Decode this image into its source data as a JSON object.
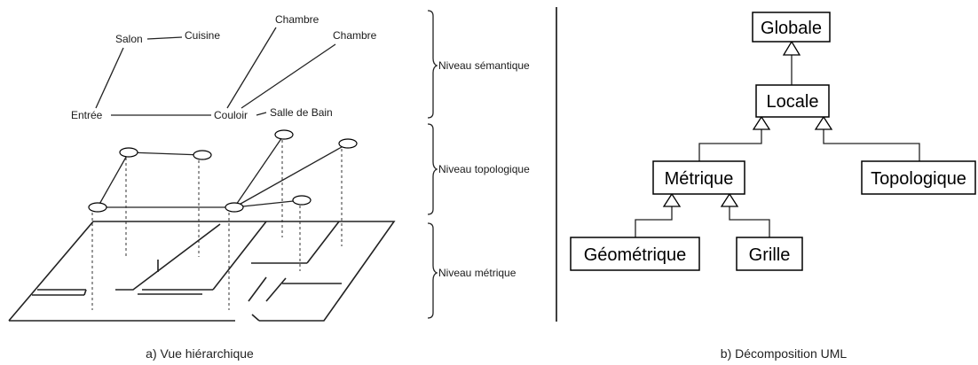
{
  "left_panel": {
    "semantic_nodes": {
      "salon": "Salon",
      "cuisine": "Cuisine",
      "chambre1": "Chambre",
      "chambre2": "Chambre",
      "entree": "Entrée",
      "couloir": "Couloir",
      "salle_de_bain": "Salle de Bain"
    },
    "levels": {
      "semantic": "Niveau sémantique",
      "topologic": "Niveau topologique",
      "metric": "Niveau métrique"
    },
    "caption": "a) Vue hiérarchique"
  },
  "right_panel": {
    "classes": {
      "globale": "Globale",
      "locale": "Locale",
      "metrique": "Métrique",
      "topologique": "Topologique",
      "geometrique": "Géométrique",
      "grille": "Grille"
    },
    "caption": "b) Décomposition UML"
  }
}
